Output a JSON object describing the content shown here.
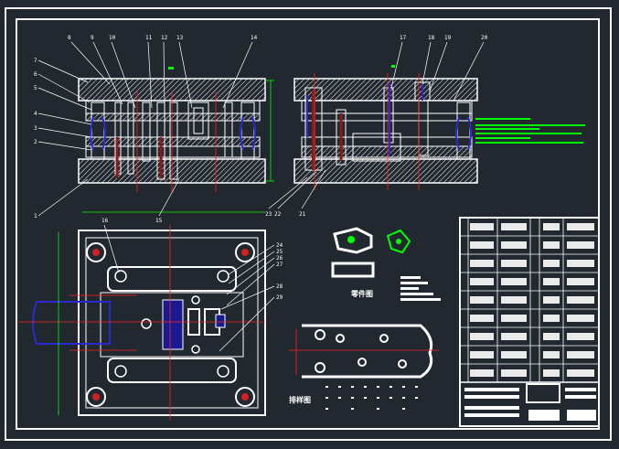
{
  "drawing": {
    "captions": {
      "part_drawing": "零件图",
      "strip_layout": "排样图"
    },
    "part_numbers_front_top": [
      "8",
      "9",
      "10",
      "11",
      "12",
      "13",
      "14"
    ],
    "part_numbers_side_top": [
      "17",
      "18",
      "19",
      "20"
    ],
    "part_numbers_left": [
      "7",
      "6",
      "5",
      "4",
      "3",
      "2",
      "1"
    ],
    "part_numbers_bottom": [
      "23",
      "22",
      "21",
      "15"
    ],
    "part_numbers_plan": [
      "16",
      "24",
      "25",
      "26",
      "27",
      "28",
      "29"
    ],
    "colors": {
      "background": "#212830",
      "line": "#ffffff",
      "centerline": "#ff2020",
      "accent": "#2020c8",
      "note": "#00ff00"
    }
  }
}
